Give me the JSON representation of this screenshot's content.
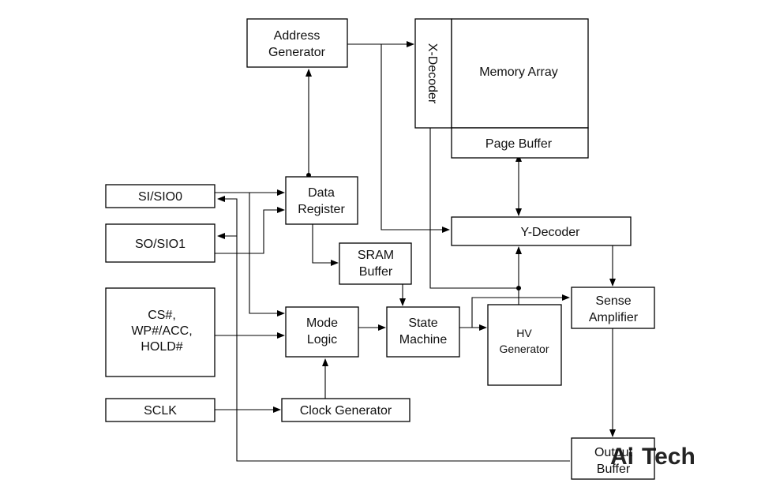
{
  "blocks": {
    "address_generator": [
      "Address",
      "Generator"
    ],
    "x_decoder": "X-Decoder",
    "memory_array": "Memory Array",
    "page_buffer": "Page Buffer",
    "data_register": [
      "Data",
      "Register"
    ],
    "si_sio0": "SI/SIO0",
    "so_sio1": "SO/SIO1",
    "y_decoder": "Y-Decoder",
    "sram_buffer": [
      "SRAM",
      "Buffer"
    ],
    "control_pins": [
      "CS#,",
      "WP#/ACC,",
      "HOLD#"
    ],
    "mode_logic": [
      "Mode",
      "Logic"
    ],
    "state_machine": [
      "State",
      "Machine"
    ],
    "hv_generator": [
      "HV",
      "Generator"
    ],
    "sense_amplifier": [
      "Sense",
      "Amplifier"
    ],
    "sclk": "SCLK",
    "clock_generator": "Clock Generator",
    "output_buffer": [
      "Output",
      "Buffer"
    ]
  },
  "watermark": {
    "part1": "Ai",
    "part2": "Tech",
    "color_primary": "#3dbb3a",
    "color_secondary": "#555555"
  }
}
